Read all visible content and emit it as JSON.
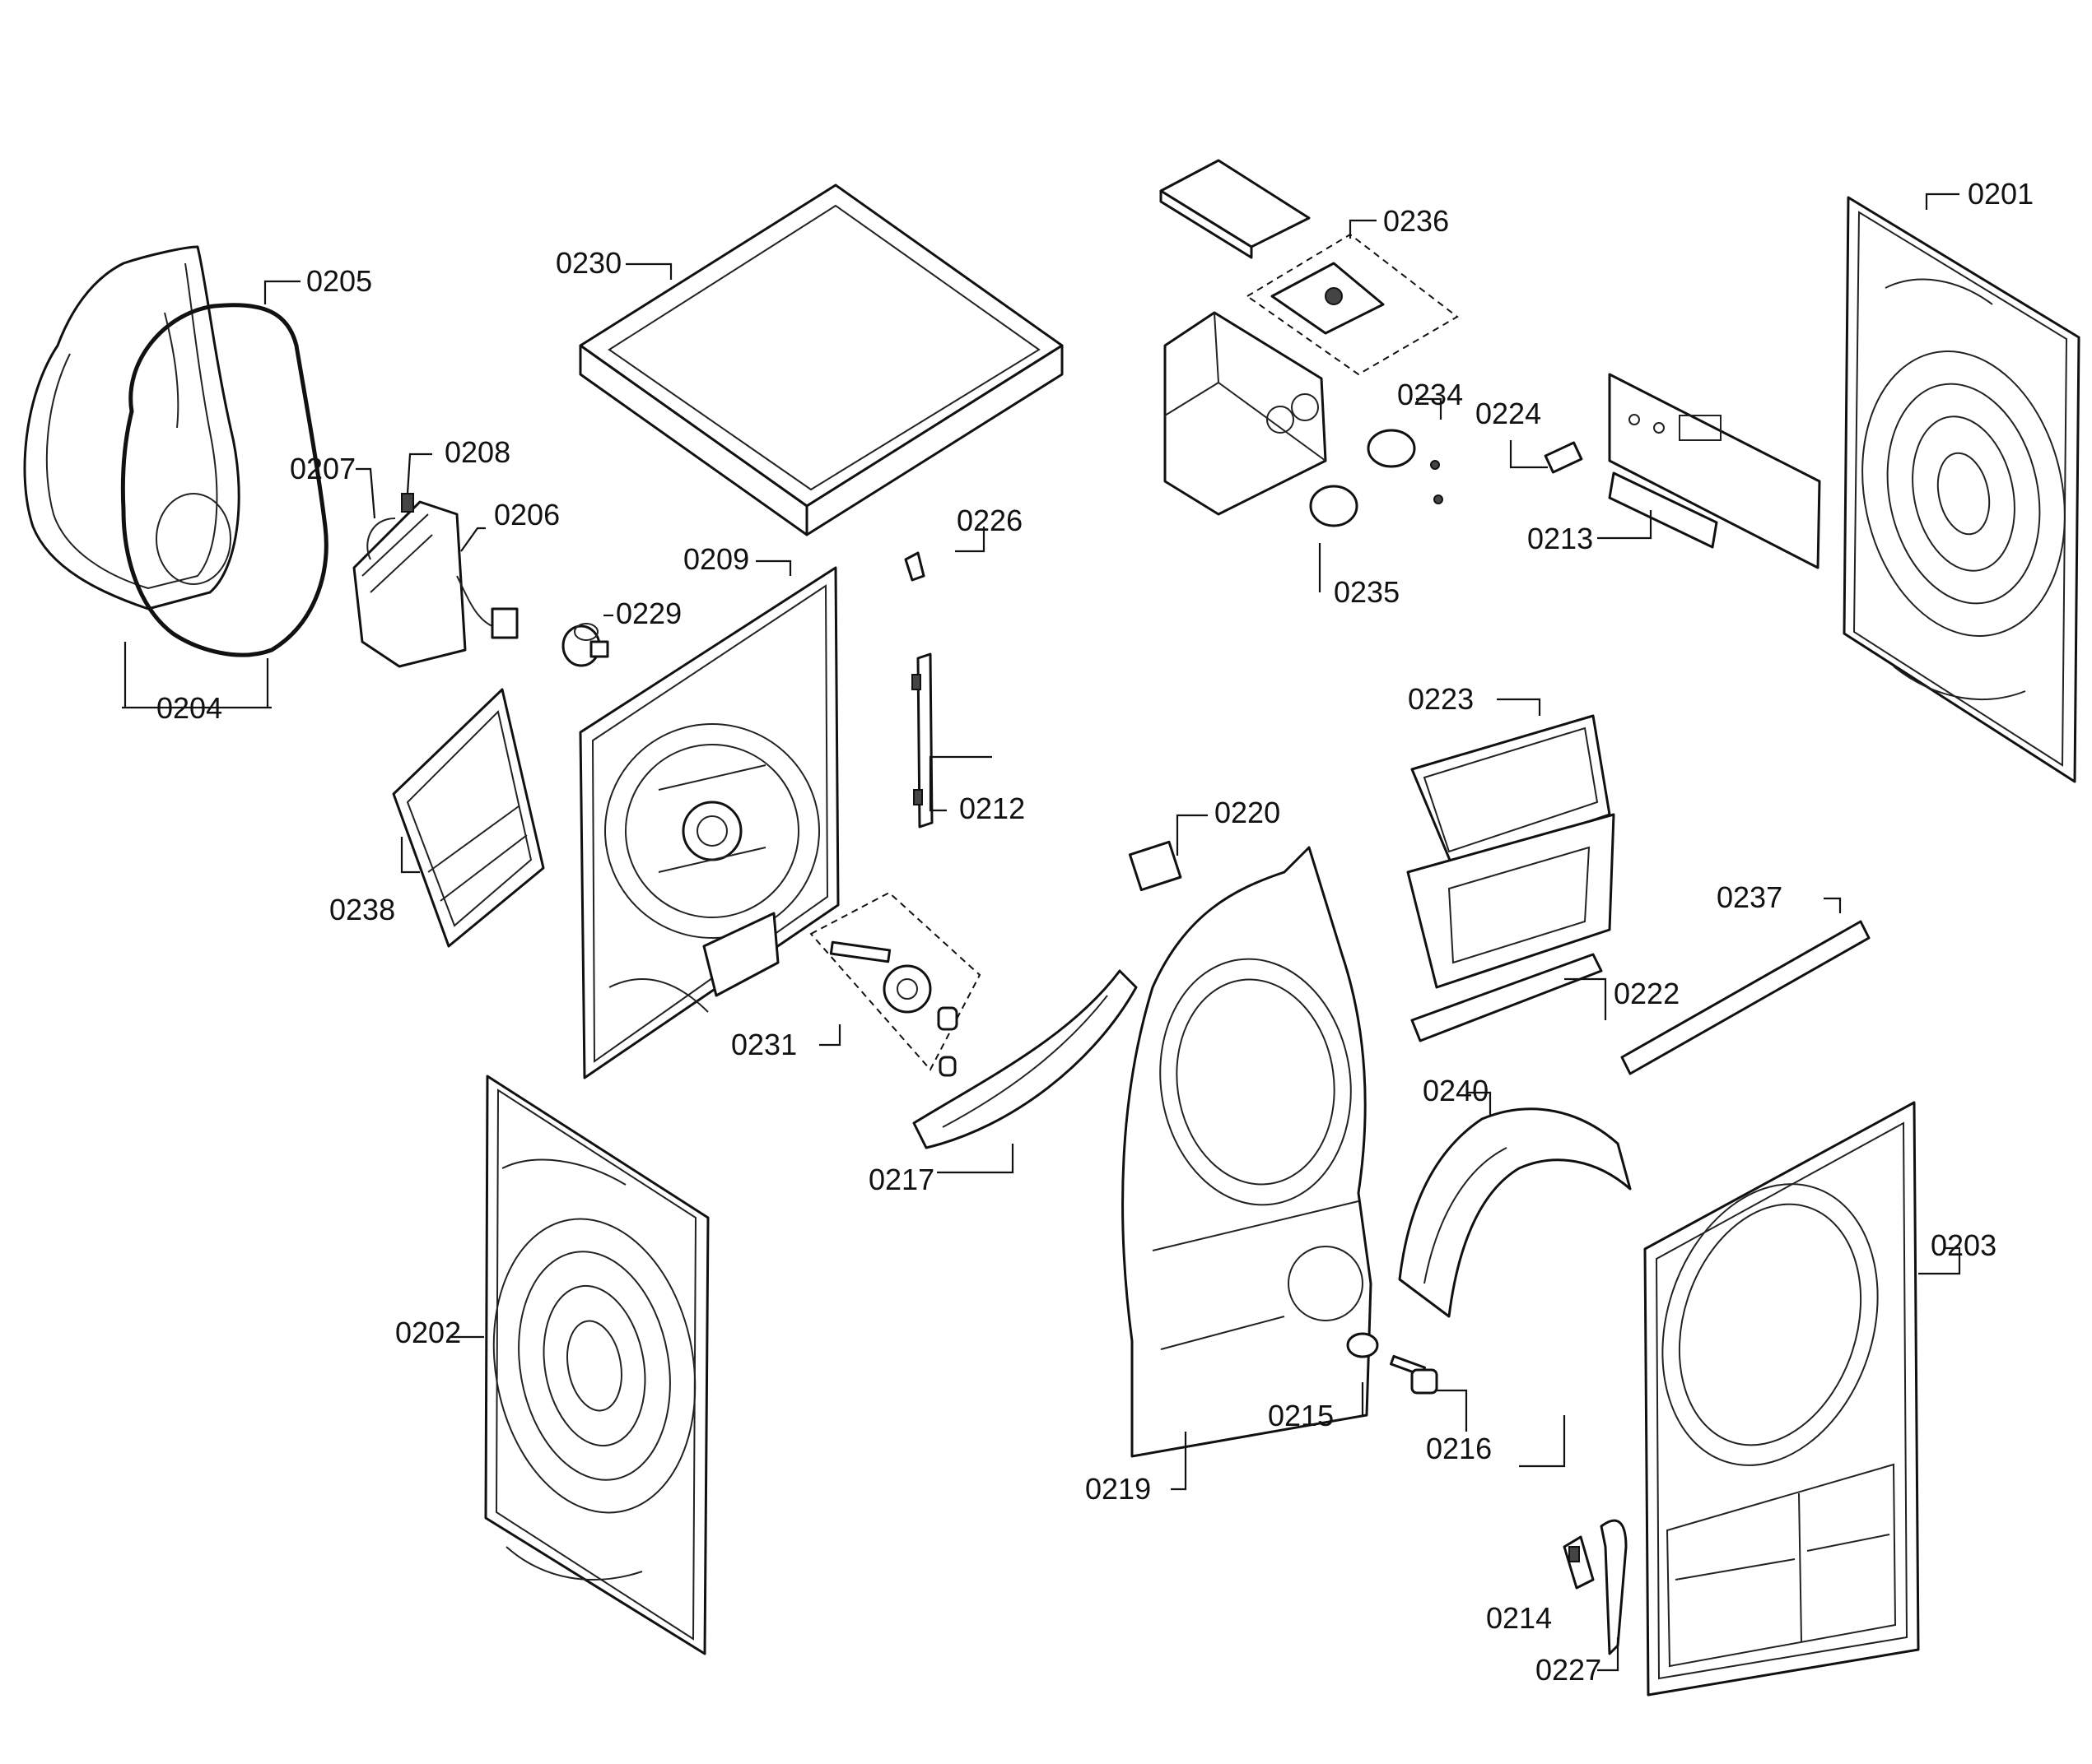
{
  "labels": {
    "l0201": "0201",
    "l0202": "0202",
    "l0203": "0203",
    "l0204": "0204",
    "l0205": "0205",
    "l0206": "0206",
    "l0207": "0207",
    "l0208": "0208",
    "l0209": "0209",
    "l0212": "0212",
    "l0213": "0213",
    "l0214": "0214",
    "l0215": "0215",
    "l0216": "0216",
    "l0217": "0217",
    "l0219": "0219",
    "l0220": "0220",
    "l0222": "0222",
    "l0223": "0223",
    "l0224": "0224",
    "l0226": "0226",
    "l0227": "0227",
    "l0229": "0229",
    "l0230": "0230",
    "l0231": "0231",
    "l0234": "0234",
    "l0235": "0235",
    "l0236": "0236",
    "l0237": "0237",
    "l0238": "0238",
    "l0240": "0240"
  }
}
